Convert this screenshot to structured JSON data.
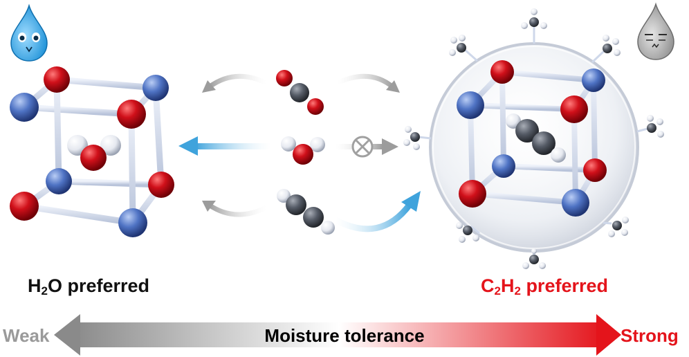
{
  "left_label": {
    "formula_main": "H",
    "formula_sub": "2",
    "formula_rest": "O preferred"
  },
  "right_label": {
    "c": "C",
    "c_sub": "2",
    "h": "H",
    "h_sub": "2",
    "rest": " preferred"
  },
  "axis": {
    "weak": "Weak",
    "title": "Moisture tolerance",
    "strong": "Strong"
  },
  "colors": {
    "oxygen": "#d0101a",
    "metal_node": "#4f73c4",
    "carbon": "#4a4f58",
    "hydrogen": "#f2f4f8",
    "framework_rod": "#cfd8ea",
    "selected_arrow": "#3fa3dc",
    "rejected_arrow": "#a8a8a8",
    "weak_color": "#9a9a9a",
    "strong_color": "#e4141b",
    "right_label_color": "#e4141b"
  },
  "icons": [
    "water-drop-mascot-icon",
    "grey-drop-mascot-icon",
    "blocked-circle-x-icon",
    "methyl-group-icon"
  ]
}
